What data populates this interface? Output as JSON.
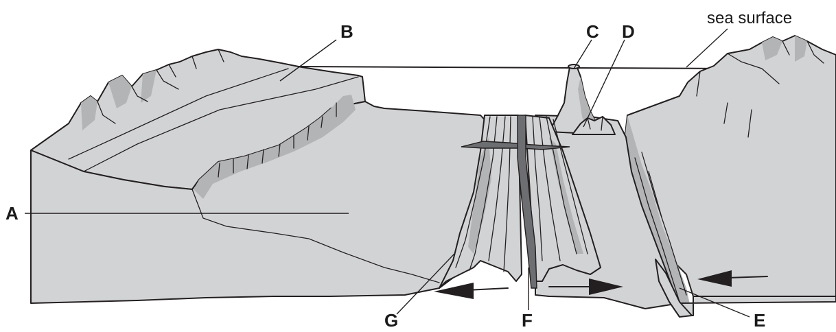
{
  "figure": {
    "labels": {
      "A": "A",
      "B": "B",
      "C": "C",
      "D": "D",
      "E": "E",
      "F": "F",
      "G": "G",
      "sea_surface": "sea surface"
    }
  },
  "colors": {
    "crust": "#d2d3d5",
    "shadow": "#b3b4b6",
    "rift_magma": "#6d6e71",
    "outline": "#231f20"
  }
}
